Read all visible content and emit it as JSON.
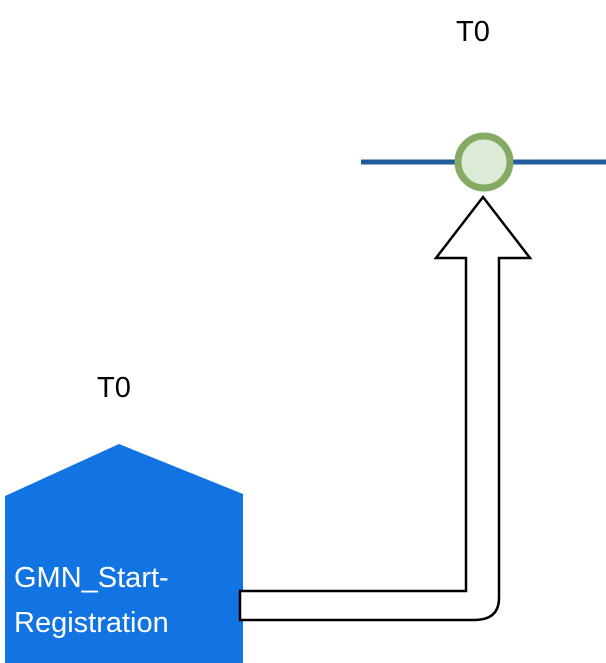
{
  "diagram": {
    "top_event": {
      "label": "T0"
    },
    "start_node": {
      "label": "T0",
      "name_line1": "GMN_Start-",
      "name_line2": "Registration"
    },
    "colors": {
      "box_blue": "#1273e2",
      "timeline_blue": "#1f5c99",
      "circle_fill": "#dcead6",
      "circle_stroke": "#85aa64",
      "arrow_fill": "#ffffff",
      "arrow_stroke": "#000000",
      "box_text": "#ffffff",
      "label_text": "#000000"
    }
  }
}
